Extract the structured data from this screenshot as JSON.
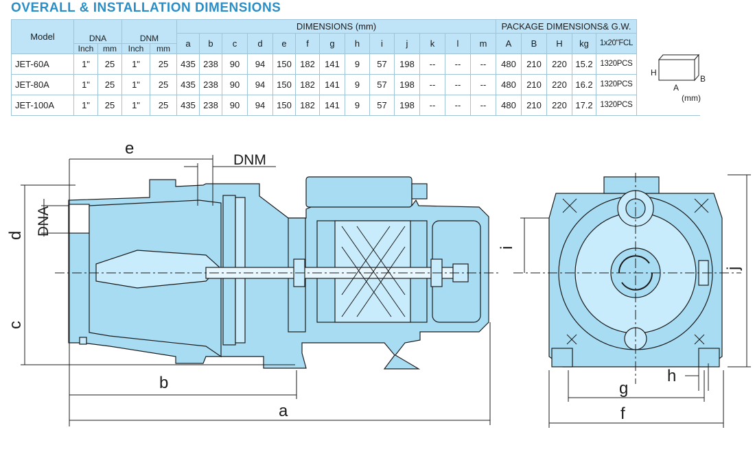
{
  "title": "OVERALL & INSTALLATION DIMENSIONS",
  "table": {
    "model_header": "Model",
    "dna_header": "DNA",
    "dnm_header": "DNM",
    "inch_label": "Inch",
    "mm_label": "mm",
    "dimensions_header": "DIMENSIONS (mm)",
    "package_header": "PACKAGE DIMENSIONS& G.W.",
    "dim_letters": [
      "a",
      "b",
      "c",
      "d",
      "e",
      "f",
      "g",
      "h",
      "i",
      "j",
      "k",
      "l",
      "m"
    ],
    "package_letters": [
      "A",
      "B",
      "H",
      "kg",
      "1x20\"FCL"
    ],
    "rows": [
      {
        "model": "JET-60A",
        "dna_inch": "1\"",
        "dna_mm": "25",
        "dnm_inch": "1\"",
        "dnm_mm": "25",
        "dims": [
          "435",
          "238",
          "90",
          "94",
          "150",
          "182",
          "141",
          "9",
          "57",
          "198",
          "--",
          "--",
          "--"
        ],
        "pkg": [
          "480",
          "210",
          "220",
          "15.2",
          "1320PCS"
        ]
      },
      {
        "model": "JET-80A",
        "dna_inch": "1\"",
        "dna_mm": "25",
        "dnm_inch": "1\"",
        "dnm_mm": "25",
        "dims": [
          "435",
          "238",
          "90",
          "94",
          "150",
          "182",
          "141",
          "9",
          "57",
          "198",
          "--",
          "--",
          "--"
        ],
        "pkg": [
          "480",
          "210",
          "220",
          "16.2",
          "1320PCS"
        ]
      },
      {
        "model": "JET-100A",
        "dna_inch": "1\"",
        "dna_mm": "25",
        "dnm_inch": "1\"",
        "dnm_mm": "25",
        "dims": [
          "435",
          "238",
          "90",
          "94",
          "150",
          "182",
          "141",
          "9",
          "57",
          "198",
          "--",
          "--",
          "--"
        ],
        "pkg": [
          "480",
          "210",
          "220",
          "17.2",
          "1320PCS"
        ]
      }
    ],
    "box_labels": {
      "h": "H",
      "b": "B",
      "a": "A",
      "unit": "(mm)"
    }
  },
  "drawing_labels": {
    "e": "e",
    "dnm": "DNM",
    "dna": "DNA",
    "d": "d",
    "c": "c",
    "b": "b",
    "a": "a",
    "i": "i",
    "j": "j",
    "g": "g",
    "f": "f",
    "h": "h"
  },
  "colors": {
    "title": "#2a8ec6",
    "header": "#bfe4f7",
    "pump_fill": "#a8dcf3",
    "line": "#1a1a1a"
  }
}
